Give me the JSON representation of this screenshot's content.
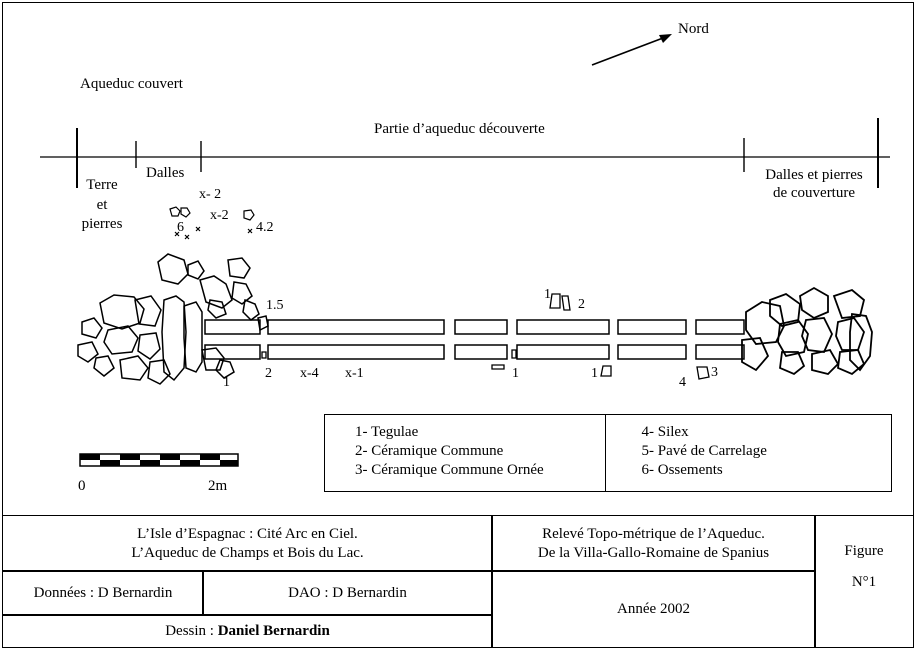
{
  "plan": {
    "north_label": "Nord",
    "aqueduc_couvert": "Aqueduc couvert",
    "partie_decouverte": "Partie d’aqueduc découverte",
    "terre_line1": "Terre",
    "terre_line2": "et",
    "terre_line3": "pierres",
    "dalles": "Dalles",
    "dalles_couverture_line1": "Dalles et pierres",
    "dalles_couverture_line2": "de couverture",
    "marks": {
      "x2_top": "x- 2",
      "x2": "x-2",
      "six": "6",
      "four_two": "4.2",
      "one_five": "1.5",
      "x4": "x-4",
      "x1": "x-1",
      "one_a": "1",
      "two_a": "2",
      "one_b": "1",
      "one_c": "1",
      "four": "4",
      "three": "3",
      "one_top": "1",
      "two_top": "2"
    },
    "scale_start": "0",
    "scale_end": "2m"
  },
  "legend": {
    "left": [
      "1-  Tegulae",
      "2-  Céramique Commune",
      "3-  Céramique Commune Ornée"
    ],
    "right": [
      "4- Silex",
      "5- Pavé de Carrelage",
      "6- Ossements"
    ]
  },
  "titleblock": {
    "site_line1": "L’Isle d’Espagnac : Cité Arc en Ciel.",
    "site_line2": "L’Aqueduc de Champs et Bois du Lac.",
    "releve_line1": "Relevé Topo-métrique de l’Aqueduc.",
    "releve_line2": "De la Villa-Gallo-Romaine  de Spanius",
    "figure_label": "Figure",
    "figure_number": "N°1",
    "donnees": "Données : D Bernardin",
    "dao": "DAO : D Bernardin",
    "dessin_prefix": "Dessin :",
    "dessin_name": "Daniel Bernardin",
    "annee": "Année 2002"
  }
}
